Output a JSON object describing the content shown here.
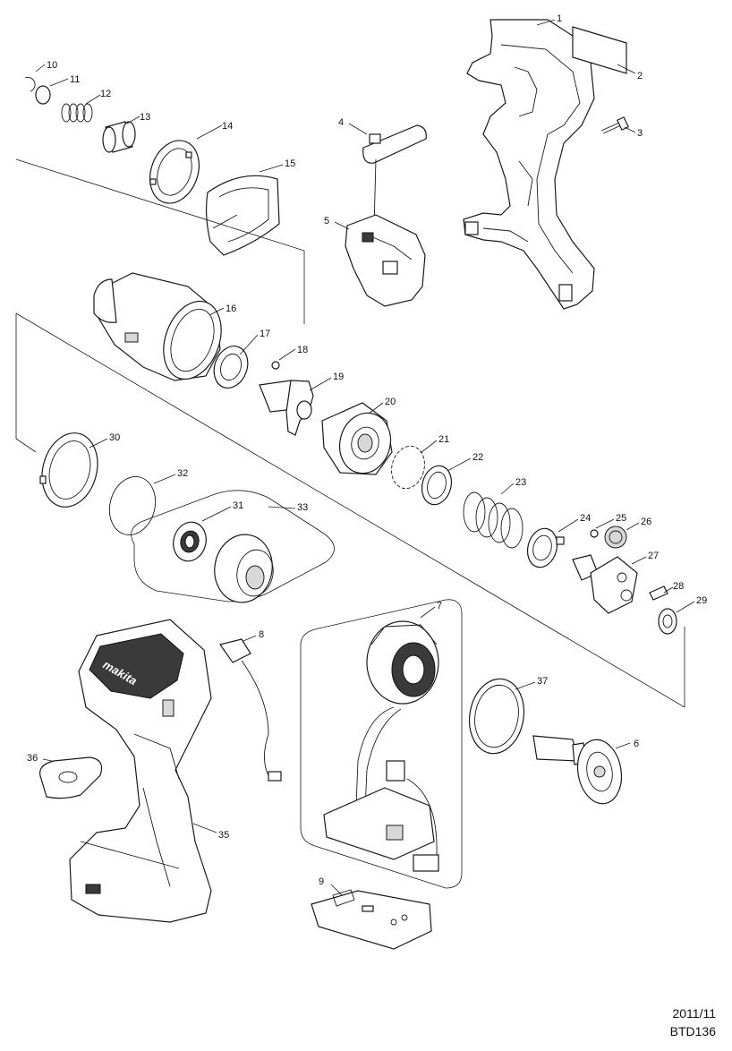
{
  "parts": [
    {
      "number": "1"
    },
    {
      "number": "2"
    },
    {
      "number": "3"
    },
    {
      "number": "4"
    },
    {
      "number": "5"
    },
    {
      "number": "6"
    },
    {
      "number": "7"
    },
    {
      "number": "8"
    },
    {
      "number": "9"
    },
    {
      "number": "10"
    },
    {
      "number": "11"
    },
    {
      "number": "12"
    },
    {
      "number": "13"
    },
    {
      "number": "14"
    },
    {
      "number": "15"
    },
    {
      "number": "16"
    },
    {
      "number": "17"
    },
    {
      "number": "18"
    },
    {
      "number": "19"
    },
    {
      "number": "20"
    },
    {
      "number": "21"
    },
    {
      "number": "22"
    },
    {
      "number": "23"
    },
    {
      "number": "24"
    },
    {
      "number": "25"
    },
    {
      "number": "26"
    },
    {
      "number": "27"
    },
    {
      "number": "28"
    },
    {
      "number": "29"
    },
    {
      "number": "30"
    },
    {
      "number": "31"
    },
    {
      "number": "32"
    },
    {
      "number": "33"
    },
    {
      "number": "35"
    },
    {
      "number": "36"
    },
    {
      "number": "37"
    }
  ],
  "logo_text": "makita",
  "footer": {
    "date": "2011/11",
    "model": "BTD136"
  }
}
